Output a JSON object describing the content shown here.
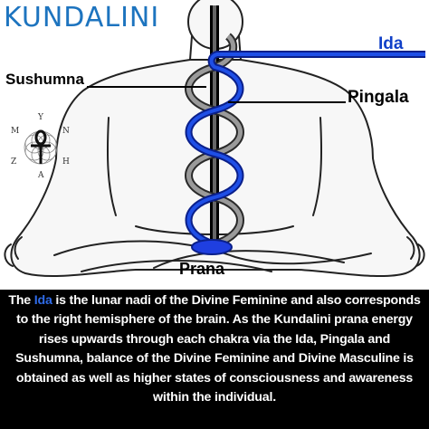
{
  "title": "KUNDALINI",
  "labels": {
    "ida": "Ida",
    "sushumna": "Sushumna",
    "pingala": "Pingala",
    "prana": "Prana"
  },
  "logo_letters": [
    "Y",
    "M",
    "N",
    "Z",
    "H",
    "A"
  ],
  "caption": {
    "part1": "The ",
    "highlight": "Ida",
    "part2": " is the lunar nadi of the Divine Feminine and also corresponds to the right hemisphere of the brain.  As the Kundalini prana energy rises upwards through each chakra via the Ida, Pingala and Sushumna, balance of the Divine Feminine and Divine Masculine is obtained as well as higher states of consciousness and awareness within the individual."
  },
  "colors": {
    "title": "#1d74bf",
    "ida": "#1040c8",
    "pingala": "#555555",
    "sushumna": "#000000",
    "caption_bg": "#000000",
    "caption_text": "#ffffff"
  }
}
